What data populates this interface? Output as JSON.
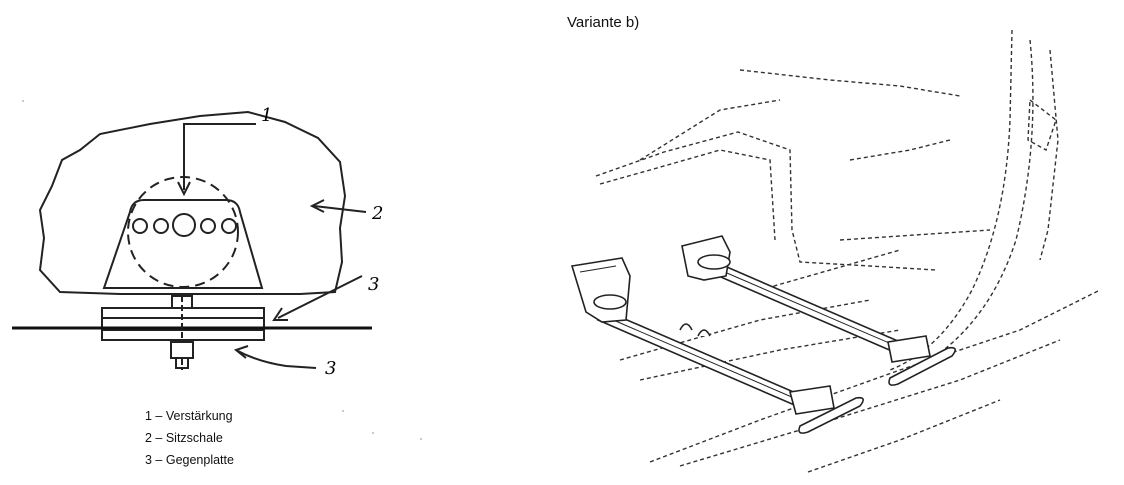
{
  "variant_title": "Variante b)",
  "callouts": [
    "1",
    "2",
    "3",
    "3"
  ],
  "legend": [
    {
      "text": "1 – Verstärkung"
    },
    {
      "text": "2 – Sitzschale"
    },
    {
      "text": "3 – Gegenplatte"
    }
  ]
}
